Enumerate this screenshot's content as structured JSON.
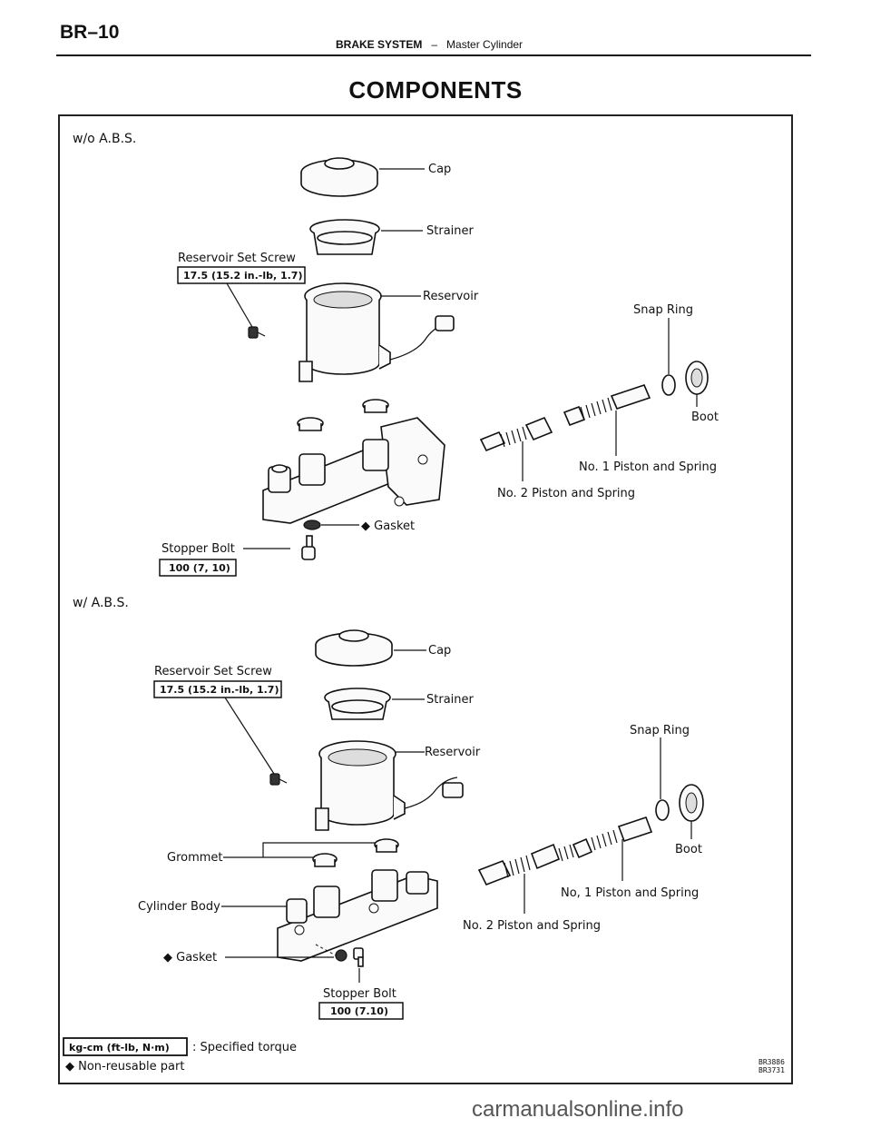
{
  "header": {
    "page_number": "BR–10",
    "section": "BRAKE SYSTEM",
    "separator": "–",
    "subsection": "Master Cylinder"
  },
  "title": "COMPONENTS",
  "diagram_top": {
    "variant": "w/o A.B.S.",
    "labels": {
      "cap": "Cap",
      "strainer": "Strainer",
      "reservoir_set_screw": "Reservoir Set Screw",
      "reservoir_set_screw_torque": "17.5 (15.2 in.-lb, 1.7)",
      "reservoir": "Reservoir",
      "snap_ring": "Snap Ring",
      "boot": "Boot",
      "no1_piston": "No. 1 Piston and Spring",
      "no2_piston": "No. 2 Piston and Spring",
      "gasket": "◆ Gasket",
      "stopper_bolt": "Stopper Bolt",
      "stopper_bolt_torque": "100 (7, 10)"
    }
  },
  "diagram_bottom": {
    "variant": "w/ A.B.S.",
    "labels": {
      "cap": "Cap",
      "strainer": "Strainer",
      "reservoir_set_screw": "Reservoir Set Screw",
      "reservoir_set_screw_torque": "17.5 (15.2 in.-lb, 1.7)",
      "reservoir": "Reservoir",
      "snap_ring": "Snap Ring",
      "boot": "Boot",
      "no1_piston": "No, 1 Piston and Spring",
      "no2_piston": "No. 2 Piston and Spring",
      "grommet": "Grommet",
      "cylinder_body": "Cylinder Body",
      "gasket": "◆ Gasket",
      "stopper_bolt": "Stopper Bolt",
      "stopper_bolt_torque": "100 (7.10)"
    }
  },
  "legend": {
    "torque_unit_box": "kg-cm (ft-lb, N·m)",
    "torque_desc": ": Specified torque",
    "non_reusable": "◆ Non-reusable part"
  },
  "figure_refs": [
    "BR3886",
    "BR3731"
  ],
  "watermark": "carmanualsonline.info"
}
